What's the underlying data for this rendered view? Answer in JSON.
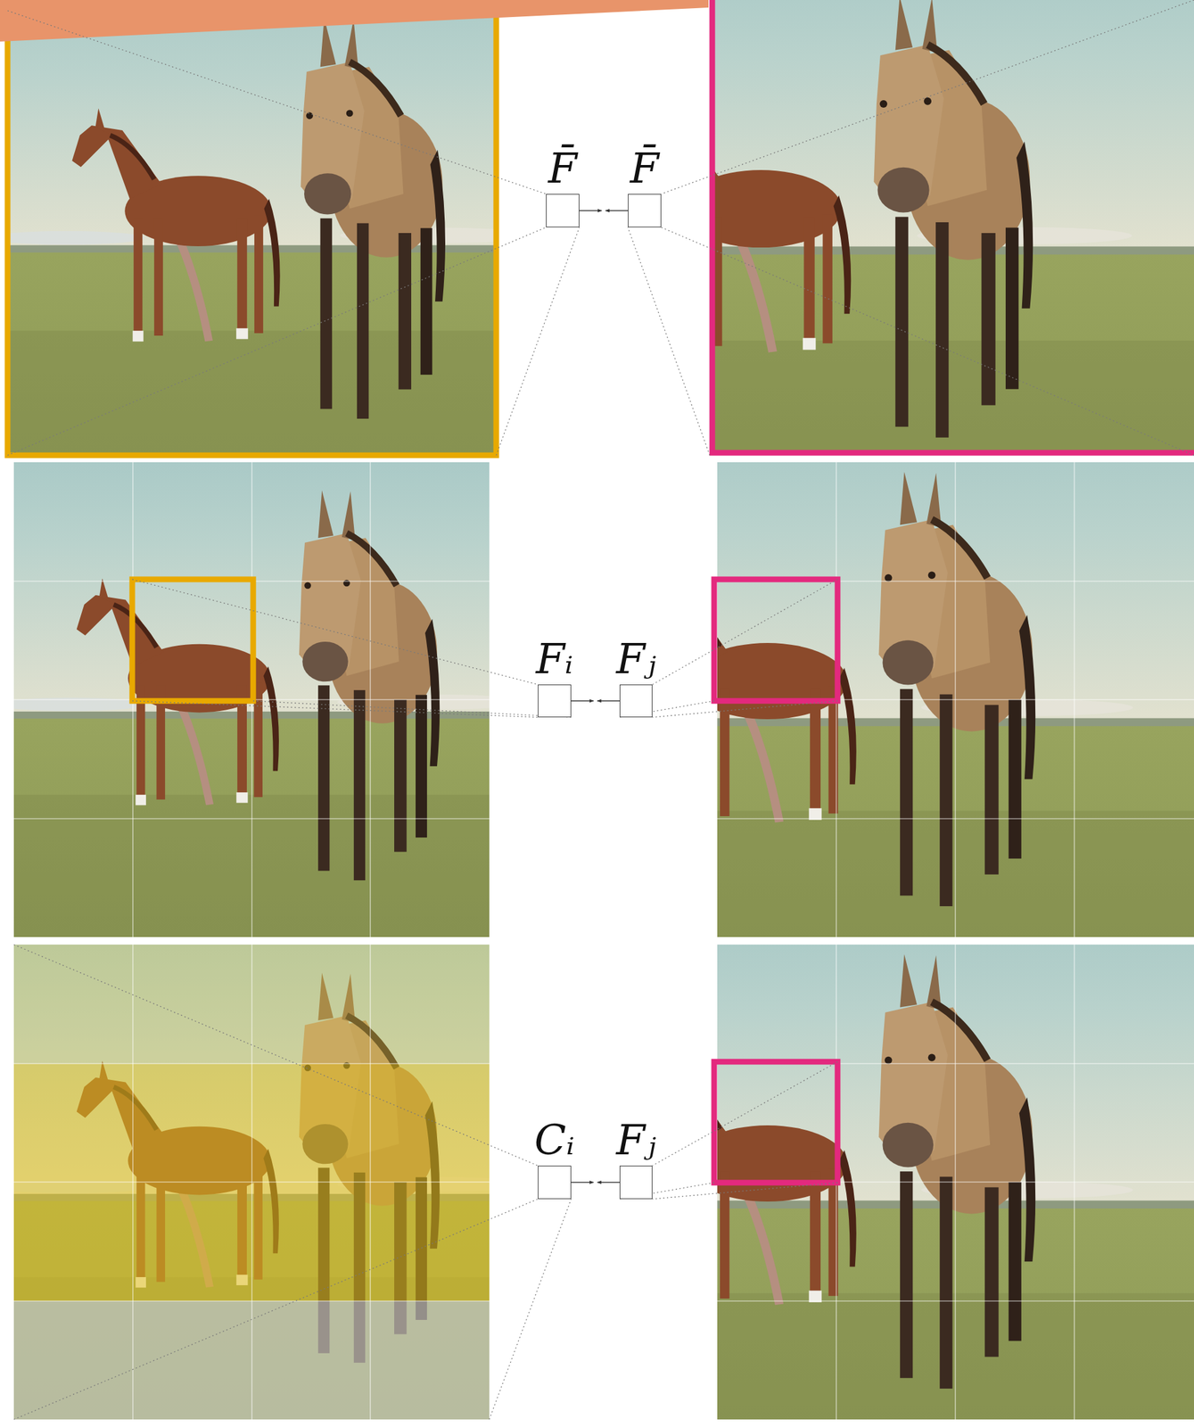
{
  "diagram": {
    "nodes": [
      {
        "text": [
          "F̄"
        ]
      },
      {
        "text": [
          "F̄"
        ]
      },
      {
        "text": [
          "Fᵢ"
        ]
      },
      {
        "text": [
          "Fⱼ"
        ]
      },
      {
        "text": [
          "Cᵢ"
        ]
      },
      {
        "text": [
          "Fⱼ"
        ]
      }
    ],
    "edges": [
      {
        "from": 0,
        "to": 1,
        "arrow": "both"
      },
      {
        "from": 2,
        "to": 3,
        "arrow": "both"
      },
      {
        "from": 4,
        "to": 5,
        "arrow": "both"
      }
    ]
  }
}
